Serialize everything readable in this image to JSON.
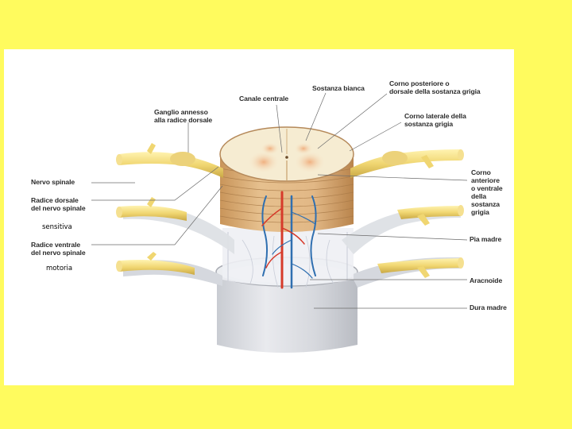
{
  "colors": {
    "background": "#fffb5e",
    "panel": "#ffffff",
    "nerve": "#f2dc7c",
    "dura": "#dcdee2",
    "white_matter": "#f6ecd2",
    "grey_matter": "#e8b488",
    "artery": "#d63a2a",
    "vein": "#2f6fb0"
  },
  "labels": {
    "canale_centrale": "Canale centrale",
    "sostanza_bianca": "Sostanza bianca",
    "corno_posteriore": "Corno posteriore o\ndorsale della sostanza grigia",
    "ganglio": "Ganglio annesso\nalla radice dorsale",
    "corno_laterale": "Corno laterale della\nsostanza grigia",
    "nervo_spinale": "Nervo spinale",
    "corno_anteriore": "Corno anteriore\no ventrale della\nsostanza grigia",
    "radice_dorsale": "Radice dorsale\ndel nervo spinale",
    "pia_madre": "Pia madre",
    "radice_ventrale": "Radice ventrale\ndel nervo spinale",
    "aracnoide": "Aracnoide",
    "dura_madre": "Dura madre"
  },
  "annotations": {
    "sensitiva": "sensitiva",
    "motoria": "motoria"
  }
}
